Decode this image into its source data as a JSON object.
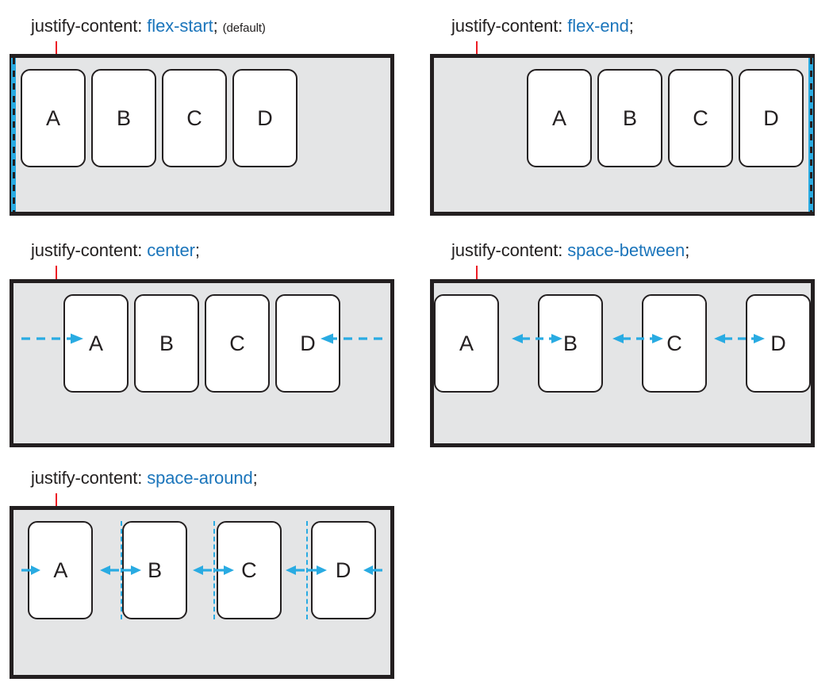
{
  "page": {
    "title": "CSS justify-content values illustration",
    "property_name": "justify-content:",
    "semicolon": ";",
    "colors": {
      "accent_blue": "#1b75bb",
      "arrow_cyan": "#29abe2",
      "container_fill": "#e4e5e6",
      "stroke_black": "#231f20",
      "tick_red": "#ed1c24",
      "item_fill": "#ffffff"
    },
    "item_labels": [
      "A",
      "B",
      "C",
      "D"
    ]
  },
  "diagrams": [
    {
      "id": "flex-start",
      "property_name": "justify-content:",
      "value": "flex-start",
      "semicolon": ";",
      "note": "(default)",
      "items": [
        "A",
        "B",
        "C",
        "D"
      ],
      "alignment": "start",
      "edge_marker": "left",
      "arrows": []
    },
    {
      "id": "flex-end",
      "property_name": "justify-content:",
      "value": "flex-end",
      "semicolon": ";",
      "note": "",
      "items": [
        "A",
        "B",
        "C",
        "D"
      ],
      "alignment": "end",
      "edge_marker": "right",
      "arrows": []
    },
    {
      "id": "center",
      "property_name": "justify-content:",
      "value": "center",
      "semicolon": ";",
      "note": "",
      "items": [
        "A",
        "B",
        "C",
        "D"
      ],
      "alignment": "center",
      "edge_marker": "none",
      "arrows": [
        "left-inward",
        "right-inward"
      ]
    },
    {
      "id": "space-between",
      "property_name": "justify-content:",
      "value": "space-between",
      "semicolon": ";",
      "note": "",
      "items": [
        "A",
        "B",
        "C",
        "D"
      ],
      "alignment": "space-between",
      "edge_marker": "none",
      "arrows": [
        "gap-ab",
        "gap-bc",
        "gap-cd"
      ]
    },
    {
      "id": "space-around",
      "property_name": "justify-content:",
      "value": "space-around",
      "semicolon": ";",
      "note": "",
      "items": [
        "A",
        "B",
        "C",
        "D"
      ],
      "alignment": "space-around",
      "edge_marker": "none",
      "dividers": 3,
      "arrows": [
        "edge-left",
        "ab",
        "bc",
        "cd",
        "edge-right"
      ]
    }
  ]
}
